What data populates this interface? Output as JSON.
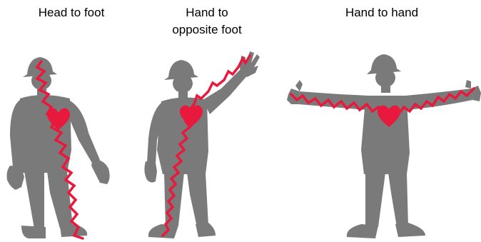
{
  "captions": {
    "head_to_foot": "Head to foot",
    "hand_to_opposite_foot_line1": "Hand to",
    "hand_to_opposite_foot_line2": "opposite foot",
    "hand_to_hand": "Hand to hand"
  },
  "colors": {
    "figure": "#7a7a7a",
    "current_path": "#e8193c",
    "heart": "#e8193c",
    "background": "#ffffff"
  }
}
